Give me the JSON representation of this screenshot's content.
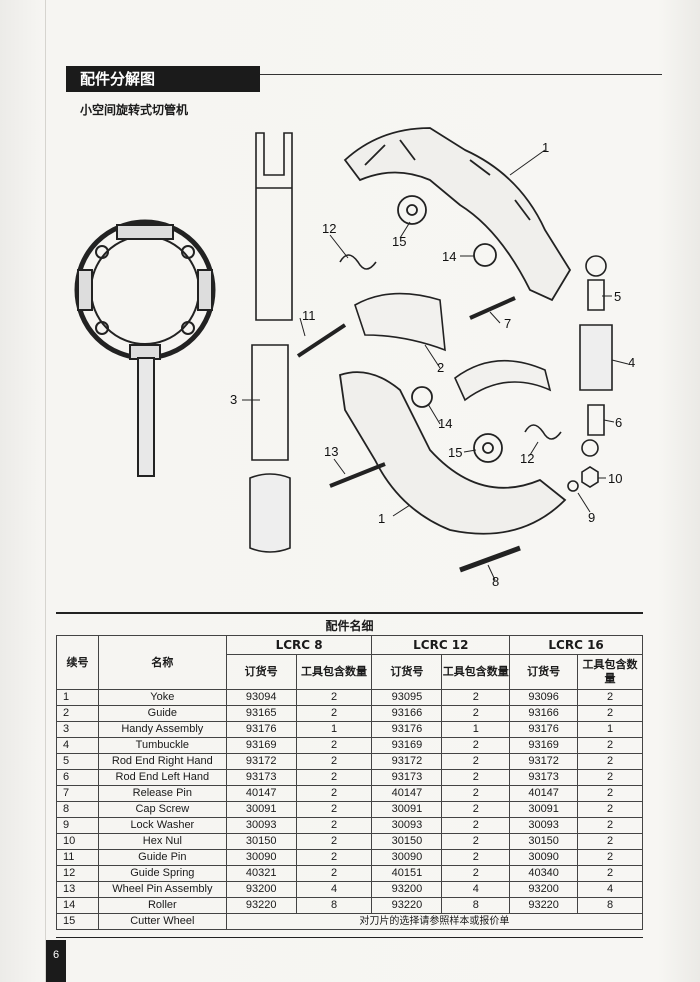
{
  "header": {
    "title": "配件分解图",
    "subtitle": "小空间旋转式切管机"
  },
  "diagram": {
    "callouts": [
      "1",
      "12",
      "15",
      "14",
      "5",
      "11",
      "7",
      "4",
      "3",
      "2",
      "14",
      "6",
      "13",
      "15",
      "12",
      "10",
      "1",
      "9",
      "8"
    ]
  },
  "table": {
    "title": "配件名细",
    "col_no": "续号",
    "col_name": "名称",
    "groups": [
      "LCRC 8",
      "LCRC 12",
      "LCRC 16"
    ],
    "sub_order": "订货号",
    "sub_qty": "工具包含数量",
    "note": "对刀片的选择请参照样本或报价单",
    "rows": [
      {
        "no": "1",
        "name": "Yoke",
        "c8": "93094",
        "q8": "2",
        "c12": "93095",
        "q12": "2",
        "c16": "93096",
        "q16": "2"
      },
      {
        "no": "2",
        "name": "Guide",
        "c8": "93165",
        "q8": "2",
        "c12": "93166",
        "q12": "2",
        "c16": "93166",
        "q16": "2"
      },
      {
        "no": "3",
        "name": "Handy Assembly",
        "c8": "93176",
        "q8": "1",
        "c12": "93176",
        "q12": "1",
        "c16": "93176",
        "q16": "1"
      },
      {
        "no": "4",
        "name": "Tumbuckle",
        "c8": "93169",
        "q8": "2",
        "c12": "93169",
        "q12": "2",
        "c16": "93169",
        "q16": "2"
      },
      {
        "no": "5",
        "name": "Rod End Right Hand",
        "c8": "93172",
        "q8": "2",
        "c12": "93172",
        "q12": "2",
        "c16": "93172",
        "q16": "2"
      },
      {
        "no": "6",
        "name": "Rod End Left Hand",
        "c8": "93173",
        "q8": "2",
        "c12": "93173",
        "q12": "2",
        "c16": "93173",
        "q16": "2"
      },
      {
        "no": "7",
        "name": "Release Pin",
        "c8": "40147",
        "q8": "2",
        "c12": "40147",
        "q12": "2",
        "c16": "40147",
        "q16": "2"
      },
      {
        "no": "8",
        "name": "Cap Screw",
        "c8": "30091",
        "q8": "2",
        "c12": "30091",
        "q12": "2",
        "c16": "30091",
        "q16": "2"
      },
      {
        "no": "9",
        "name": "Lock Washer",
        "c8": "30093",
        "q8": "2",
        "c12": "30093",
        "q12": "2",
        "c16": "30093",
        "q16": "2"
      },
      {
        "no": "10",
        "name": "Hex Nul",
        "c8": "30150",
        "q8": "2",
        "c12": "30150",
        "q12": "2",
        "c16": "30150",
        "q16": "2"
      },
      {
        "no": "11",
        "name": "Guide Pin",
        "c8": "30090",
        "q8": "2",
        "c12": "30090",
        "q12": "2",
        "c16": "30090",
        "q16": "2"
      },
      {
        "no": "12",
        "name": "Guide Spring",
        "c8": "40321",
        "q8": "2",
        "c12": "40151",
        "q12": "2",
        "c16": "40340",
        "q16": "2"
      },
      {
        "no": "13",
        "name": "Wheel Pin Assembly",
        "c8": "93200",
        "q8": "4",
        "c12": "93200",
        "q12": "4",
        "c16": "93200",
        "q16": "4"
      },
      {
        "no": "14",
        "name": "Roller",
        "c8": "93220",
        "q8": "8",
        "c12": "93220",
        "q12": "8",
        "c16": "93220",
        "q16": "8"
      },
      {
        "no": "15",
        "name": "Cutter Wheel"
      }
    ]
  },
  "page_number": "6"
}
